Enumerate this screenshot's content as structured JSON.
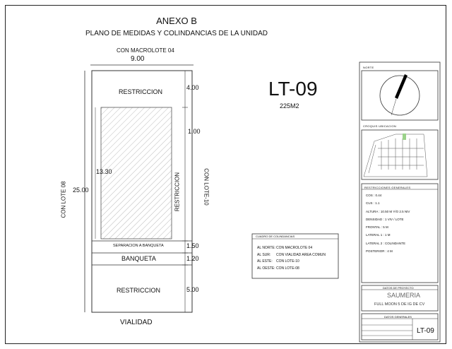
{
  "header": {
    "title": "ANEXO B",
    "subtitle": "PLANO DE MEDIDAS Y COLINDANCIAS DE LA UNIDAD"
  },
  "plan": {
    "top_neighbor": "CON MACROLOTE 04",
    "top_width": "9.00",
    "left_neighbor": "CON LOTE 08",
    "right_neighbor": "CON LOTE-10",
    "total_depth": "25.00",
    "inner_depth": "13.30",
    "zone_top_label": "RESTRICCION",
    "zone_top_dim": "4.00",
    "side_gap_dim": "1.00",
    "side_restriction": "RESTRICCION",
    "separation_label": "SEPARACION A BANQUETA",
    "separation_dim": "1.50",
    "banqueta_label": "BANQUETA",
    "banqueta_dim": "1.20",
    "zone_bottom_label": "RESTRICCION",
    "zone_bottom_dim": "5.00",
    "street": "VIALIDAD"
  },
  "lot": {
    "id": "LT-09",
    "area": "225M2"
  },
  "boundaries": {
    "title": "CUADRO DE COLINDANCIAS",
    "rows": [
      {
        "side": "AL NORTE:",
        "value": "CON MACROLOTE 04"
      },
      {
        "side": "AL SUR:",
        "value": "CON VIALIDAD AREA COMUN"
      },
      {
        "side": "AL ESTE:",
        "value": "CON LOTE-10"
      },
      {
        "side": "AL OESTE:",
        "value": "CON LOTE-08"
      }
    ]
  },
  "sidebar": {
    "north_label": "NORTE",
    "location_label": "CROQUIS UBICACION",
    "restrictions_title": "RESTRICCIONES GENERALES",
    "restrictions": [
      "COS : 0.44",
      "CUS : 1.1",
      "ALTURA : 10.50 M Y/O 2.5 NIV",
      "DENSIDAD : 1 VIV / LOTE",
      "FRONTAL : 5 M",
      "LATERAL 1 : 1 M",
      "LATERAL 2 : COLINDANTE",
      "POSTERIOR : 4 M"
    ],
    "project_title": "DATOS DE PROYECTO",
    "project_name": "SAUMERIA",
    "project_address": "FULL MOON 5 DE IG DE CV",
    "general_title": "DATOS GENERALES",
    "general_lot": "LT-09"
  },
  "colors": {
    "line": "#222222",
    "hatch": "#bbbbbb",
    "needle": "#000000"
  }
}
